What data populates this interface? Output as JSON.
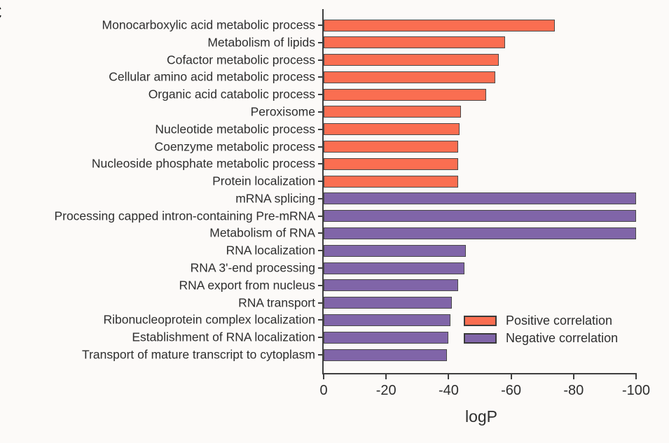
{
  "panel": {
    "label": "C"
  },
  "colors": {
    "background": "#FCFAF8",
    "positive": "#FA6E51",
    "negative": "#8065A8",
    "axis": "#3F3F3F",
    "bar_border": "#4A4A4A",
    "text": "#2E2E2E"
  },
  "chart_data": {
    "type": "bar",
    "orientation": "horizontal",
    "title": "",
    "xlabel": "logP",
    "ylabel": "",
    "xlim": [
      0,
      -100
    ],
    "xticks": [
      0,
      -20,
      -40,
      -60,
      -80,
      -100
    ],
    "grid": false,
    "legend_position": "inside-bottom-right",
    "legend": [
      {
        "key": "positive",
        "label": "Positive correlation",
        "color": "#FA6E51"
      },
      {
        "key": "negative",
        "label": "Negative correlation",
        "color": "#8065A8"
      }
    ],
    "bars": [
      {
        "category": "Monocarboxylic acid metabolic process",
        "value": -74,
        "correlation": "positive"
      },
      {
        "category": "Metabolism of lipids",
        "value": -58,
        "correlation": "positive"
      },
      {
        "category": "Cofactor metabolic process",
        "value": -56,
        "correlation": "positive"
      },
      {
        "category": "Cellular amino acid metabolic process",
        "value": -55,
        "correlation": "positive"
      },
      {
        "category": "Organic acid catabolic process",
        "value": -52,
        "correlation": "positive"
      },
      {
        "category": "Peroxisome",
        "value": -44,
        "correlation": "positive"
      },
      {
        "category": "Nucleotide metabolic process",
        "value": -43.5,
        "correlation": "positive"
      },
      {
        "category": "Coenzyme metabolic process",
        "value": -43,
        "correlation": "positive"
      },
      {
        "category": "Nucleoside phosphate metabolic process",
        "value": -43,
        "correlation": "positive"
      },
      {
        "category": "Protein localization",
        "value": -43,
        "correlation": "positive"
      },
      {
        "category": "mRNA splicing",
        "value": -100,
        "correlation": "negative"
      },
      {
        "category": "Processing capped intron-containing Pre-mRNA",
        "value": -100,
        "correlation": "negative"
      },
      {
        "category": "Metabolism of RNA",
        "value": -100,
        "correlation": "negative"
      },
      {
        "category": "RNA localization",
        "value": -45.5,
        "correlation": "negative"
      },
      {
        "category": "RNA 3'-end processing",
        "value": -45,
        "correlation": "negative"
      },
      {
        "category": "RNA export from nucleus",
        "value": -43,
        "correlation": "negative"
      },
      {
        "category": "RNA transport",
        "value": -41,
        "correlation": "negative"
      },
      {
        "category": "Ribonucleoprotein complex localization",
        "value": -40.5,
        "correlation": "negative"
      },
      {
        "category": "Establishment of RNA localization",
        "value": -40,
        "correlation": "negative"
      },
      {
        "category": "Transport of mature transcript to cytoplasm",
        "value": -39.5,
        "correlation": "negative"
      }
    ]
  }
}
